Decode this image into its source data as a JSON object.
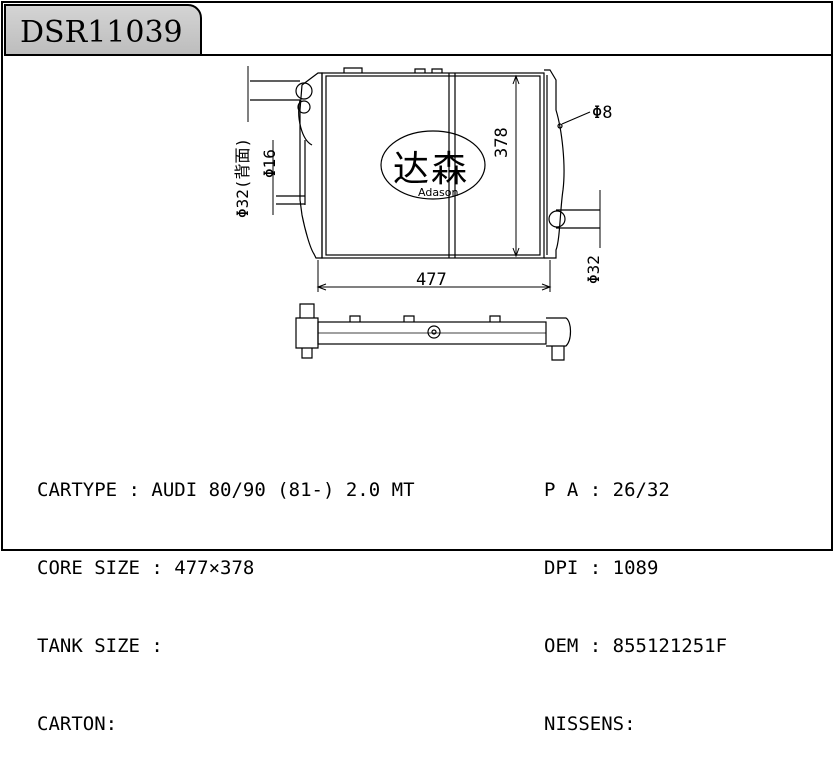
{
  "part_number": "DSR11039",
  "diagram": {
    "dimensions": {
      "width": "477",
      "height": "378",
      "inlet_pipe": "Φ32(背面)",
      "small_pipe": "Φ16",
      "outlet_pipe": "Φ32",
      "bleed": "Φ8"
    },
    "logo": {
      "chinese": "达森",
      "latin": "Adason"
    }
  },
  "specs": {
    "left": [
      {
        "label": "CARTYPE ",
        "value": "AUDI 80/90 (81-) 2.0 MT"
      },
      {
        "label": "CORE SIZE ",
        "value": "477×378"
      },
      {
        "label": "TANK SIZE ",
        "value": ""
      },
      {
        "label": "CARTON",
        "value": ""
      }
    ],
    "right": [
      {
        "label": "P A ",
        "value": "26/32"
      },
      {
        "label": "DPI ",
        "value": "1089"
      },
      {
        "label": "OEM ",
        "value": "855121251F"
      },
      {
        "label": "NISSENS",
        "value": ""
      }
    ]
  }
}
